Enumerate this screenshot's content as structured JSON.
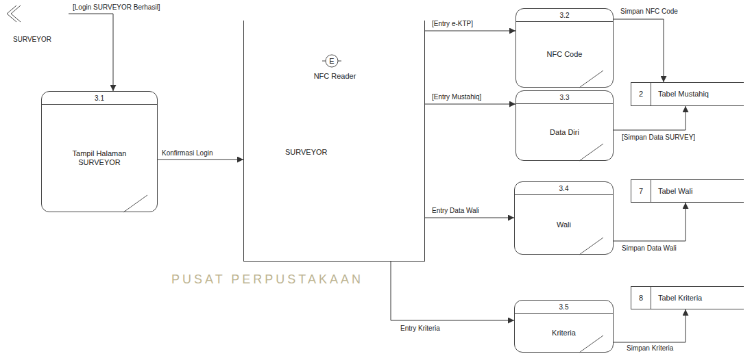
{
  "diagram": {
    "nodes": [
      {
        "text": [
          "SURVEYOR"
        ]
      },
      {
        "text": [
          "3.1",
          "Tampil Halaman SURVEYOR"
        ]
      },
      {
        "text": [
          "SURVEYOR"
        ]
      },
      {
        "text": [
          "NFC Reader"
        ],
        "in": 2
      },
      {
        "text": [
          "3.2",
          "NFC Code"
        ]
      },
      {
        "text": [
          "3.3",
          "Data Diri"
        ]
      },
      {
        "text": [
          "3.4",
          "Wali"
        ]
      },
      {
        "text": [
          "3.5",
          "Kriteria"
        ]
      },
      {
        "text": [
          "2",
          "Tabel Mustahiq"
        ]
      },
      {
        "text": [
          "7",
          "Tabel Wali"
        ]
      },
      {
        "text": [
          "8",
          "Tabel Kriteria"
        ]
      }
    ],
    "edges": [
      {
        "from": 0,
        "to": 1,
        "label": "[Login SURVEYOR Berhasil]",
        "arrow": "to"
      },
      {
        "from": 1,
        "to": 2,
        "label": "Konfirmasi Login",
        "arrow": "to"
      },
      {
        "from": 2,
        "to": 4,
        "label": "[Entry e-KTP]",
        "arrow": "to"
      },
      {
        "from": 2,
        "to": 5,
        "label": "[Entry Mustahiq]",
        "arrow": "to"
      },
      {
        "from": 2,
        "to": 6,
        "label": "Entry Data Wali",
        "arrow": "to"
      },
      {
        "from": 2,
        "to": 7,
        "label": "Entry Kriteria",
        "arrow": "to"
      },
      {
        "from": 4,
        "to": 8,
        "label": "Simpan NFC Code",
        "arrow": "to"
      },
      {
        "from": 5,
        "to": 8,
        "label": "[Simpan Data SURVEY]",
        "arrow": "to"
      },
      {
        "from": 6,
        "to": 9,
        "label": "Simpan Data Wali",
        "arrow": "to"
      },
      {
        "from": 7,
        "to": 10,
        "label": "Simpan Kriteria",
        "arrow": "to"
      }
    ],
    "labels": [
      "E",
      "PUSAT PERPUSTAKAAN"
    ]
  }
}
